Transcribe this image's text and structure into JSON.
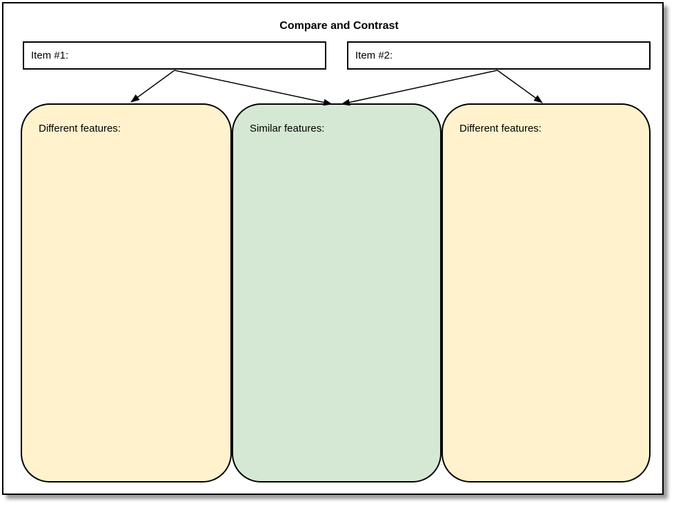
{
  "title": "Compare and Contrast",
  "items": [
    {
      "label": "Item #1:"
    },
    {
      "label": "Item #2:"
    }
  ],
  "columns": [
    {
      "label": "Different features:",
      "fill": "#FFF2CC"
    },
    {
      "label": "Similar features:",
      "fill": "#D5E8D4"
    },
    {
      "label": "Different features:",
      "fill": "#FFF2CC"
    }
  ],
  "colors": {
    "stroke": "#000000",
    "yellow_fill": "#FFF2CC",
    "green_fill": "#D5E8D4",
    "page_background": "#FFFFFF"
  }
}
